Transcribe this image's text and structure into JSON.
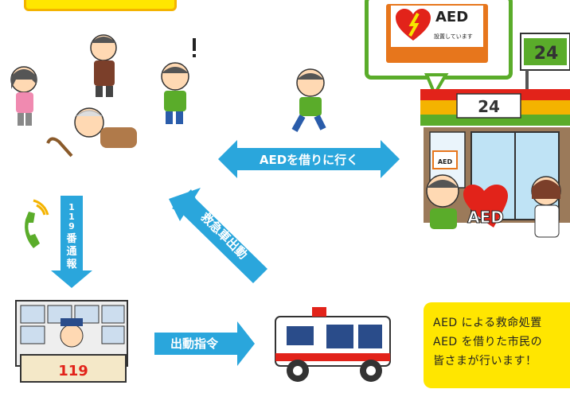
{
  "diagram": {
    "arrows": {
      "borrow_aed": "AEDを借りに行く",
      "call_119": [
        "1",
        "1",
        "9",
        "番",
        "通",
        "報"
      ],
      "ambulance_dispatch": "救急車出動",
      "dispatch_order": "出動指令"
    },
    "sign": {
      "aed_title": "AED",
      "aed_sub": "設置しています"
    },
    "store": {
      "store_number": "24",
      "door_sign": "AED"
    },
    "heart_label": "AED",
    "dispatch_center_number": "119",
    "note_lines": [
      "AED による救命処置",
      "AED を借りた市民の",
      "皆さまが行います！"
    ]
  }
}
